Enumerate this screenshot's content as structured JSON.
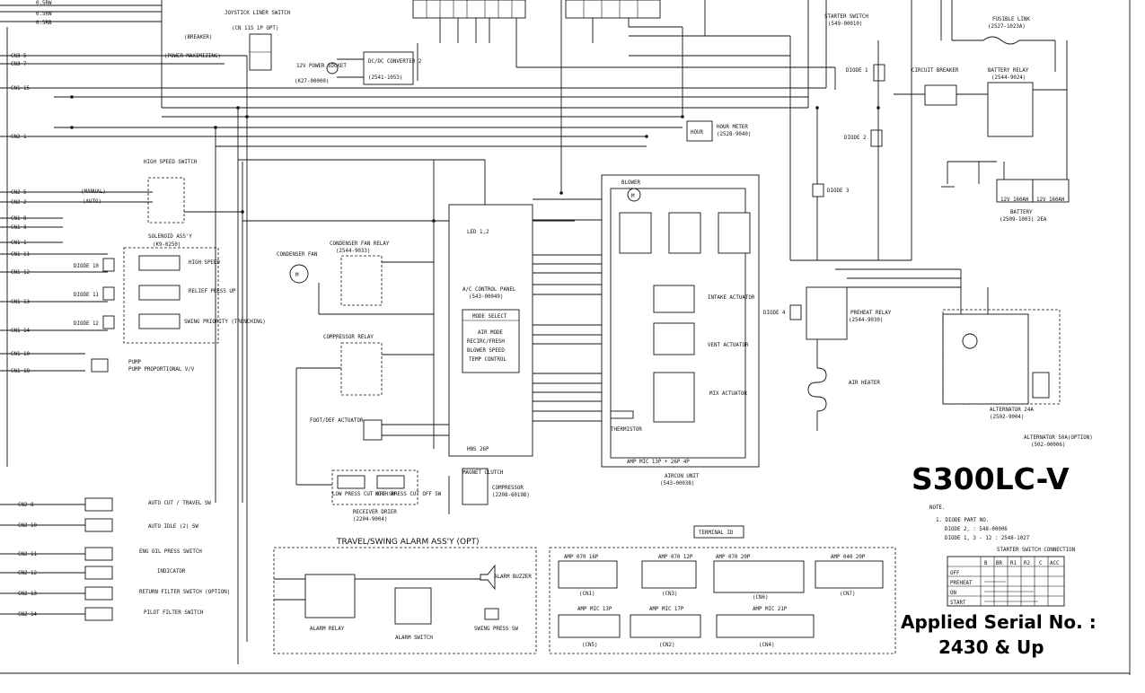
{
  "model_title": "S300LC-V",
  "serial": {
    "line1": "Applied Serial No. :",
    "line2": "2430 & Up"
  },
  "left_connectors": [
    "CN3-5",
    "CN3-7",
    "CN1-15",
    "CN2-1",
    "CN2-5",
    "CN2-2",
    "CN1-8",
    "CN1-3",
    "CN1-1",
    "CN1-11",
    "CN1-12",
    "CN1-13",
    "CN1-14",
    "CN1-10",
    "CN1-18",
    "CN2-8",
    "CN2-10",
    "CN2-11",
    "CN2-12",
    "CN2-13",
    "CN2-14"
  ],
  "top_wires": [
    "0.5RW",
    "0.5RW",
    "0.5RB"
  ],
  "components": {
    "joystick_switch": "JOYSTICK LINER SWITCH",
    "joystick_sub": "(CN 11S 1P OPT)",
    "breaker": "(BREAKER)",
    "power_max": "(POWER MAXIMIZING)",
    "dcdc": "DC/DC CONVERTER 2",
    "dcdc_part": "(2541-1053)",
    "socket": "12V POWER SOCKET",
    "socket_part": "(K27-00000)",
    "starter": "STARTER SWITCH",
    "starter_part": "(549-00010)",
    "circuit_breaker": "CIRCUIT BREAKER",
    "battery_relay": "BATTERY RELAY",
    "battery_relay_part": "(2544-9024)",
    "fusible": "FUSIBLE LINK",
    "fusible_part": "(2527-1023A)",
    "hour_meter": "HOUR METER",
    "hour_meter_part": "(2528-9040)",
    "high_speed": "HIGH SPEED SWITCH",
    "manual": "(MANUAL)",
    "auto": "(AUTO)",
    "solenoid_assy": "SOLENOID ASS'Y",
    "solenoid_part": "(K9-0250)",
    "high_speed_sol": "HIGH SPEED",
    "relief": "RELIEF PRESS UP",
    "swing": "SWING PRIORITY (TRENCHING)",
    "diode10": "DIODE 10",
    "diode11": "DIODE 11",
    "diode12": "DIODE 12",
    "pump": "PUMP PROPORTIONAL V/V",
    "condenser_fan": "CONDENSER FAN",
    "condenser_relay": "CONDENSER FAN RELAY",
    "condenser_relay_part": "(2544-9033)",
    "compressor_relay": "COMPRESSOR RELAY",
    "ac_panel": "A/C CONTROL PANEL",
    "ac_panel_part": "(543-00049)",
    "mode_select": "MODE SELECT",
    "air_mode": "AIR MODE",
    "recirc": "RECIRC/FRESH",
    "blower_speed": "BLOWER SPEED",
    "temp_control": "TEMP CONTROL",
    "hns": "HNS 26P",
    "led": "LED 1,2",
    "blower": "BLOWER",
    "intake": "INTAKE ACTUATOR",
    "vent": "VENT ACTUATOR",
    "mix": "MIX ACTUATOR",
    "thermistor": "THERMISTOR",
    "aircon_unit": "AIRCON UNIT",
    "aircon_part": "(543-00038)",
    "amp_label": "AMP MIC 13P + 26P 4P",
    "foot_def": "FOOT/DEF ACTUATOR",
    "low_press": "LOW PRESS CUT OFF SW",
    "high_press": "HIGH PRESS CUT OFF SW",
    "receiver": "RECEIVER DRIER",
    "receiver_part": "(2204-9004)",
    "magnet_clutch": "MAGNET CLUTCH",
    "compressor": "COMPRESSOR",
    "compressor_part": "(2208-6019B)",
    "preheat_relay": "PREHEAT RELAY",
    "preheat_part": "(2544-9030)",
    "air_heater": "AIR HEATER",
    "diode4": "DIODE 4",
    "diode3": "DIODE 3",
    "diode2": "DIODE 2",
    "diode1": "DIODE 1",
    "alternator": "ALTERNATOR 24A",
    "alternator_part": "(2502-9004)",
    "alternator_opt": "ALTERNATOR 50A(OPTION)",
    "alternator_opt_part": "(502-00006)",
    "battery": "BATTERY",
    "battery_part": "(2509-1003) 2EA",
    "battery_cell": "12V 160AH",
    "auto_cut": "AUTO CUT / TRAVEL SW",
    "auto_idle": "AUTO IDLE (2) SW",
    "eng_oil": "ENG OIL PRESS SWITCH",
    "indicator": "INDICATOR",
    "return_filter": "RETURN FILTER SWITCH (OPTION)",
    "pilot_filter": "PILOT FILTER SWITCH",
    "travel_assy": "TRAVEL/SWING ALARM ASS'Y (OPT)",
    "alarm_relay": "ALARM RELAY",
    "alarm_switch": "ALARM SWITCH",
    "alarm_buzzer": "ALARM BUZZER",
    "swing_press": "SWING PRESS SW",
    "terminal": "TERMINAL ID"
  },
  "connectors_bottom": [
    "AMP 070 16P",
    "AMP 070 12P",
    "AMP 070 20P",
    "AMP 040 20P",
    "AMP MIC 13P",
    "AMP MIC 17P",
    "AMP MIC 21P"
  ],
  "connectors_bottom_ids": [
    "(CN1)",
    "(CN3)",
    "(CN6)",
    "(CN7)",
    "(CN5)",
    "(CN2)",
    "(CN4)"
  ],
  "notes": {
    "title": "NOTE.",
    "line1": "1. DIODE PART NO.",
    "line2": "DIODE 2,      : 548-00006",
    "line3": "DIODE 1, 3 - 12  : 2548-1027",
    "starter_conn": "STARTER SWITCH CONNECTION"
  },
  "starter_table": {
    "headers": [
      "",
      "B",
      "BR",
      "R1",
      "R2",
      "C",
      "ACC"
    ],
    "rows": [
      "OFF",
      "PREHEAT",
      "ON",
      "START"
    ]
  }
}
